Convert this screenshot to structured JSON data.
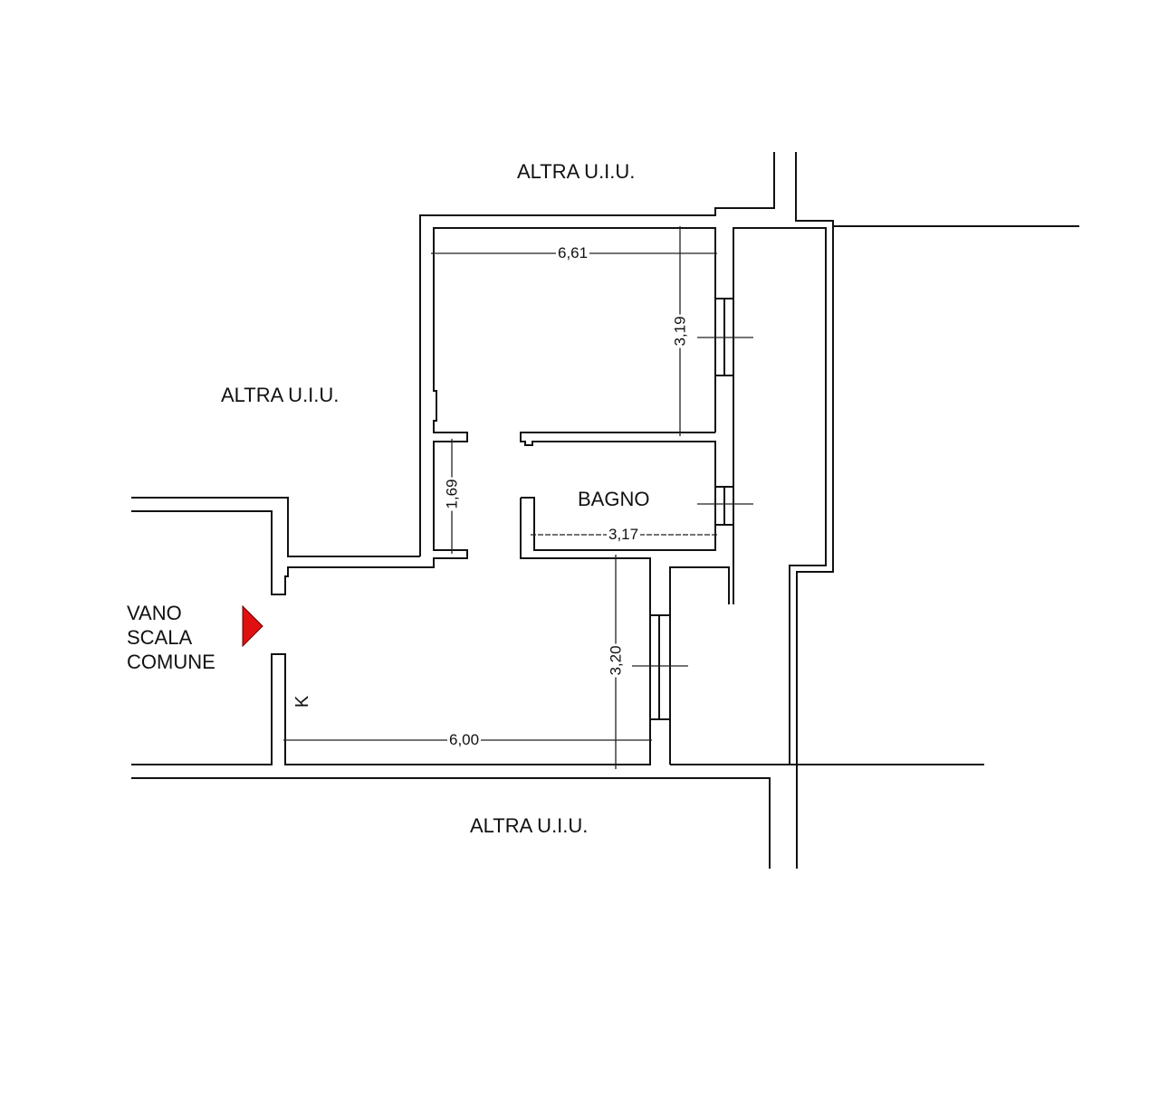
{
  "labels": {
    "altra_top": "ALTRA U.I.U.",
    "altra_left": "ALTRA U.I.U.",
    "altra_bottom": "ALTRA U.I.U.",
    "bagno": "BAGNO",
    "vano_line1": "VANO",
    "vano_line2": "SCALA",
    "vano_line3": "COMUNE",
    "k": "K"
  },
  "dimensions": {
    "room_width": "6,61",
    "room_depth": "3,19",
    "corridor": "1,69",
    "bath_width": "3,17",
    "living_depth": "3,20",
    "living_width": "6,00"
  },
  "colors": {
    "entrance_arrow": "#e01010"
  }
}
